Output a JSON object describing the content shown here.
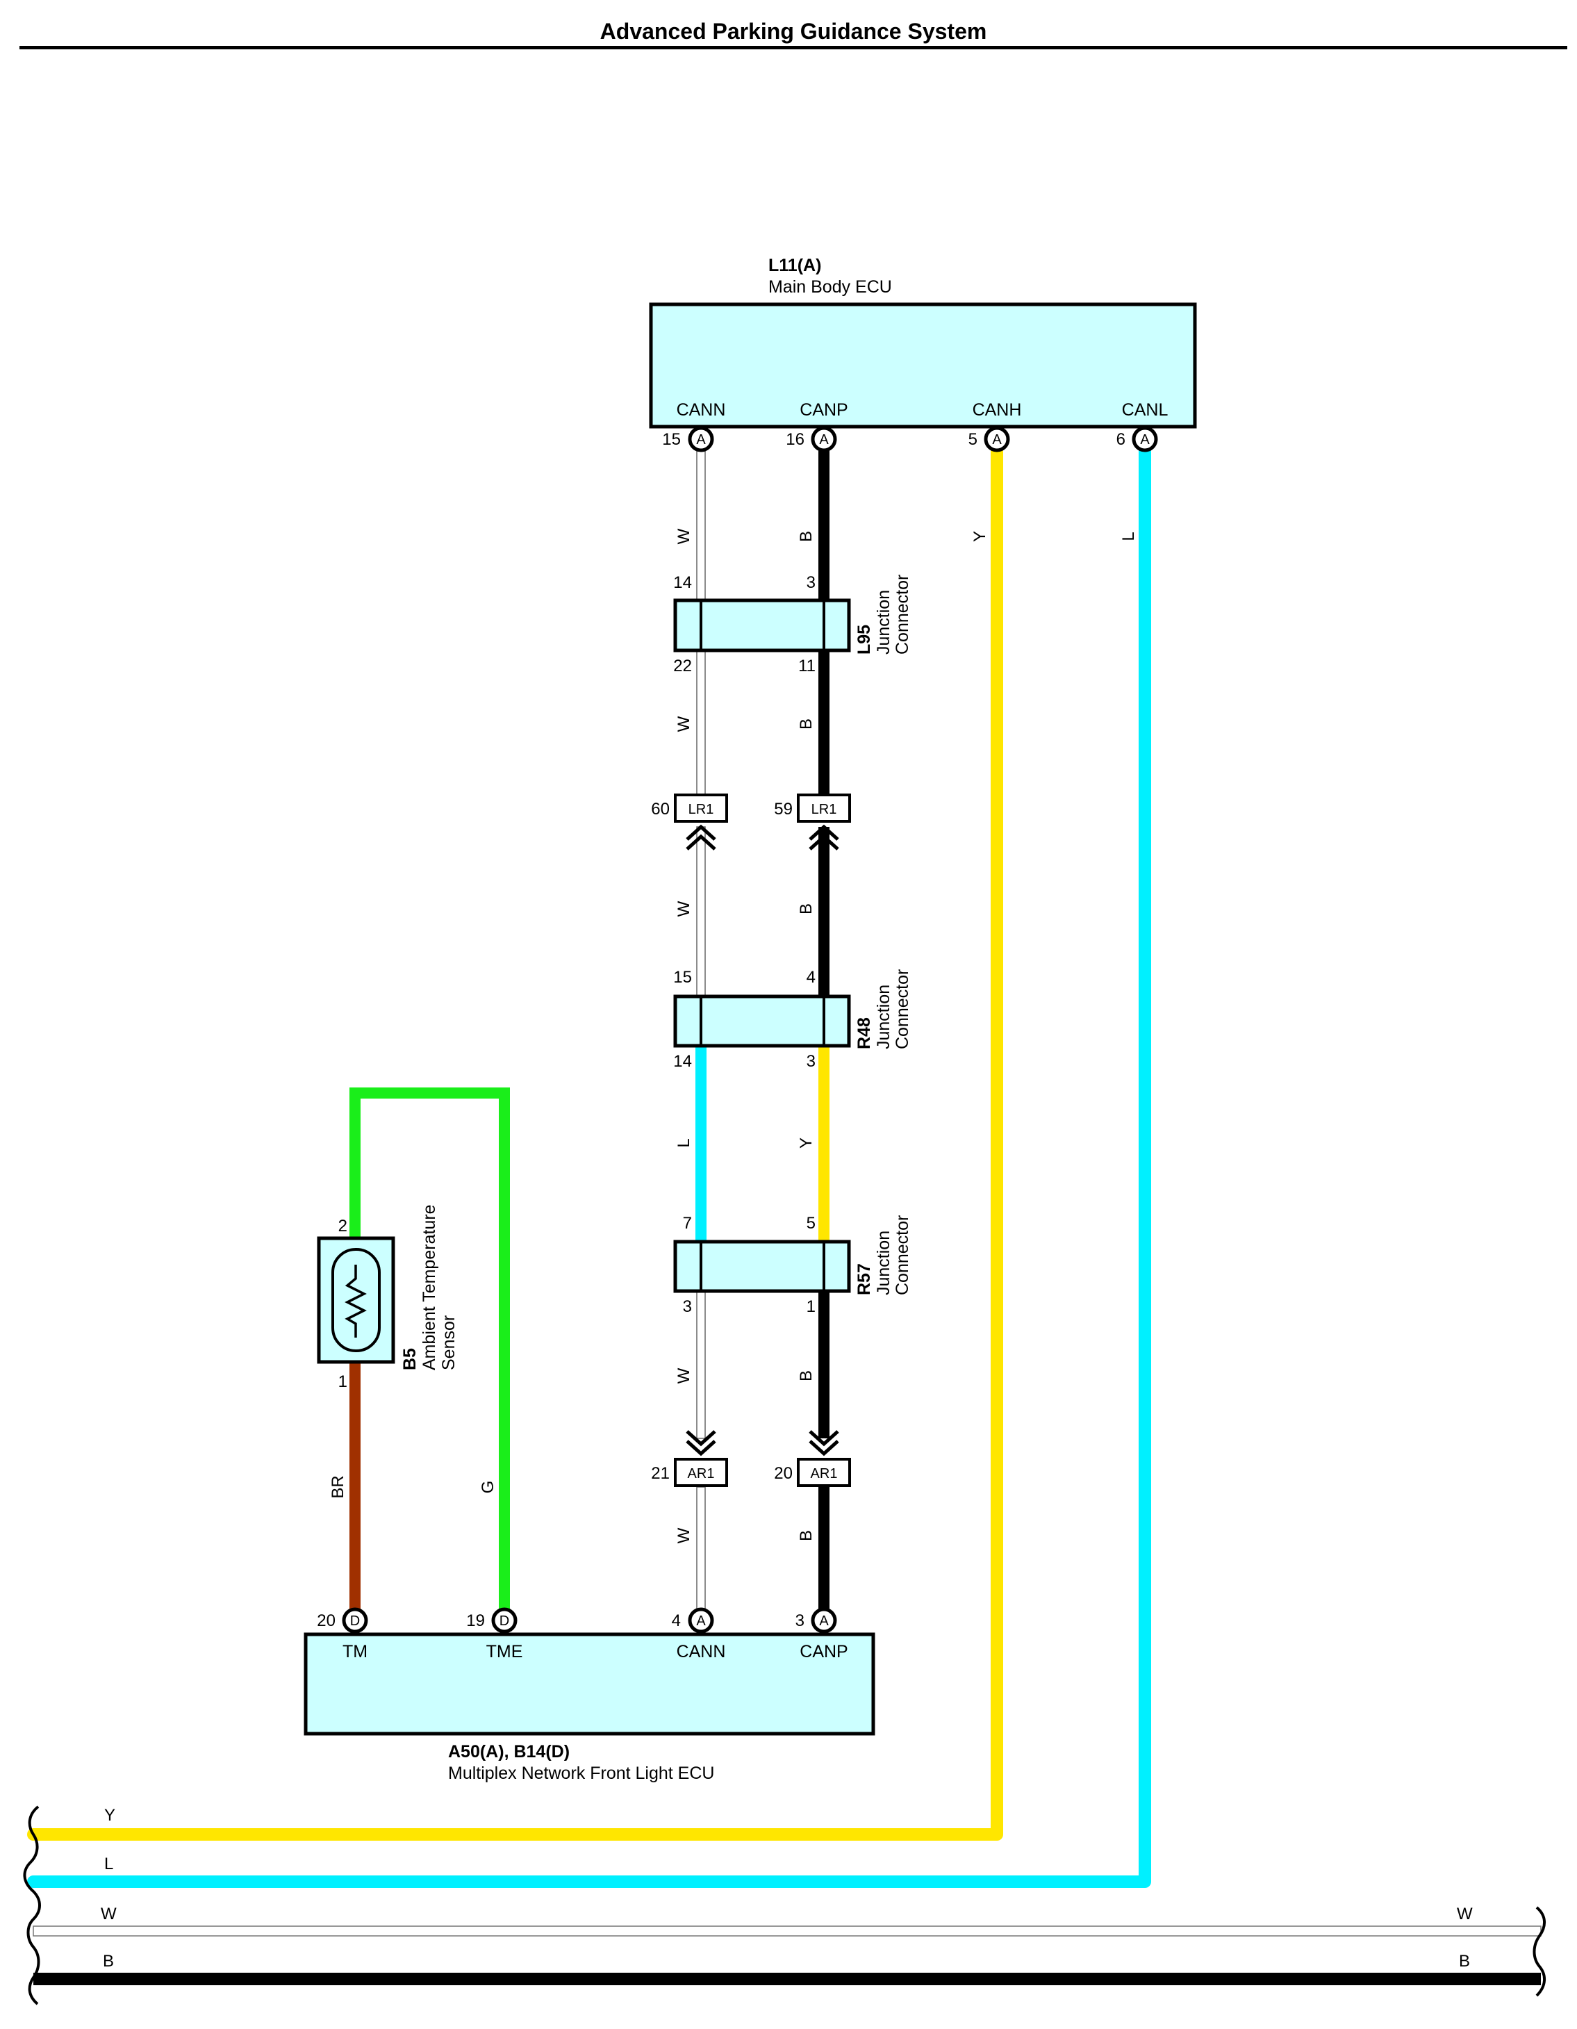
{
  "page": {
    "title": "Advanced Parking Guidance System"
  },
  "colors": {
    "W": "#ffffff",
    "B": "#000000",
    "Y": "#ffe600",
    "L": "#00f0ff",
    "G": "#1aee1a",
    "BR": "#a03000",
    "component_fill": "#ccffff"
  },
  "main_body_ecu": {
    "code": "L11(A)",
    "name": "Main Body ECU",
    "terminals": [
      {
        "label": "CANN",
        "pin": "15",
        "conn": "A"
      },
      {
        "label": "CANP",
        "pin": "16",
        "conn": "A"
      },
      {
        "label": "CANH",
        "pin": "5",
        "conn": "A"
      },
      {
        "label": "CANL",
        "pin": "6",
        "conn": "A"
      }
    ]
  },
  "front_light_ecu": {
    "code": "A50(A), B14(D)",
    "name": "Multiplex Network Front Light ECU",
    "terminals": [
      {
        "label": "TM",
        "pin": "20",
        "conn": "D"
      },
      {
        "label": "TME",
        "pin": "19",
        "conn": "D"
      },
      {
        "label": "CANN",
        "pin": "4",
        "conn": "A"
      },
      {
        "label": "CANP",
        "pin": "3",
        "conn": "A"
      }
    ]
  },
  "junctions": [
    {
      "code": "L95",
      "name_line1": "Junction",
      "name_line2": "Connector",
      "pin_tl": "14",
      "pin_tr": "3",
      "pin_bl": "22",
      "pin_br": "11"
    },
    {
      "code": "R48",
      "name_line1": "Junction",
      "name_line2": "Connector",
      "pin_tl": "15",
      "pin_tr": "4",
      "pin_bl": "14",
      "pin_br": "3"
    },
    {
      "code": "R57",
      "name_line1": "Junction",
      "name_line2": "Connector",
      "pin_tl": "7",
      "pin_tr": "5",
      "pin_bl": "3",
      "pin_br": "1"
    }
  ],
  "inline_connectors": [
    {
      "code": "LR1",
      "pin": "60"
    },
    {
      "code": "LR1",
      "pin": "59"
    },
    {
      "code": "AR1",
      "pin": "21"
    },
    {
      "code": "AR1",
      "pin": "20"
    }
  ],
  "sensor": {
    "code": "B5",
    "name_line1": "Ambient Temperature",
    "name_line2": "Sensor",
    "pin_top": "2",
    "pin_bottom": "1"
  },
  "wire_labels": {
    "W": "W",
    "B": "B",
    "Y": "Y",
    "L": "L",
    "G": "G",
    "BR": "BR"
  },
  "bus_lines": [
    {
      "color": "Y",
      "label_left": "Y",
      "label_right": ""
    },
    {
      "color": "L",
      "label_left": "L",
      "label_right": ""
    },
    {
      "color": "W",
      "label_left": "W",
      "label_right": "W"
    },
    {
      "color": "B",
      "label_left": "B",
      "label_right": "B"
    }
  ]
}
